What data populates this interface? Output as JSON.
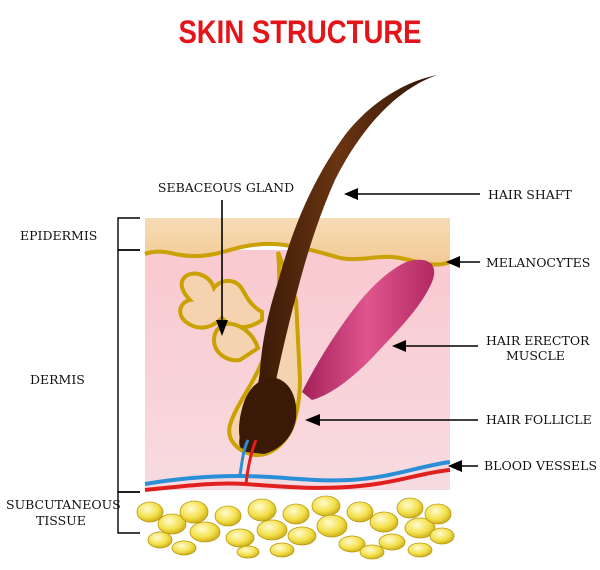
{
  "title": "SKIN STRUCTURE",
  "labels": {
    "sebaceous_gland": "SEBACEOUS GLAND",
    "hair_shaft": "HAIR SHAFT",
    "epidermis": "EPIDERMIS",
    "melanocytes": "MELANOCYTES",
    "hair_erector_line1": "HAIR ERECTOR",
    "hair_erector_line2": "MUSCLE",
    "dermis": "DERMIS",
    "hair_follicle": "HAIR FOLLICLE",
    "blood_vessels": "BLOOD VESSELS",
    "subcutaneous_line1": "SUBCUTANEOUS",
    "subcutaneous_line2": "TISSUE"
  },
  "colors": {
    "title": "#e4141b",
    "epidermis": "#f6d2a6",
    "dermis": "#f2bcc6",
    "gland_outline": "#c9a100",
    "hair": "#4a2408",
    "muscle": "#c0306c",
    "artery": "#e0201e",
    "vein": "#2a8fd6",
    "fat": "#f2e24a"
  }
}
